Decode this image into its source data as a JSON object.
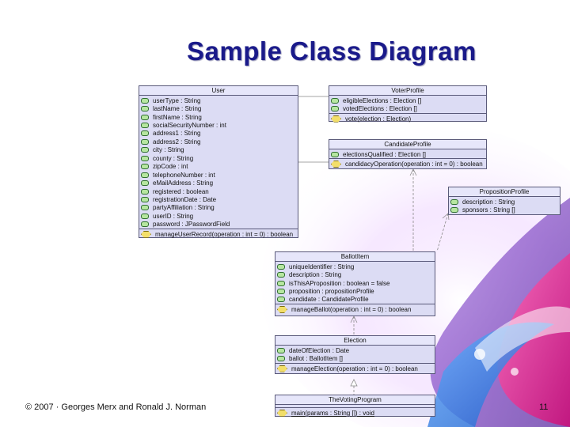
{
  "slide": {
    "title": "Sample Class Diagram",
    "footer": "© 2007 · Georges Merx and Ronald J. Norman",
    "page_number": "11"
  },
  "classes": {
    "user": {
      "name": "User",
      "attributes": [
        "userType : String",
        "lastName : String",
        "firstName : String",
        "socialSecurityNumber : int",
        "address1 : String",
        "address2 : String",
        "city : String",
        "county : String",
        "zipCode : int",
        "telephoneNumber : int",
        "eMailAddress : String",
        "registered : boolean",
        "registrationDate : Date",
        "partyAffiliation : String",
        "userID : String",
        "password : JPasswordField"
      ],
      "operations": [
        "manageUserRecord(operation : int = 0) : boolean"
      ]
    },
    "voter_profile": {
      "name": "VoterProfile",
      "attributes": [
        "eligibleElections : Election []",
        "votedElections : Election []"
      ],
      "operations": [
        "vote(election : Election)"
      ]
    },
    "candidate_profile": {
      "name": "CandidateProfile",
      "attributes": [
        "electionsQualified : Election []"
      ],
      "operations": [
        "candidacyOperation(operation : int = 0) : boolean"
      ]
    },
    "proposition_profile": {
      "name": "PropositionProfile",
      "attributes": [
        "description : String",
        "sponsors : String []"
      ],
      "operations": []
    },
    "ballot_item": {
      "name": "BallotItem",
      "attributes": [
        "uniqueIdentifier : String",
        "description : String",
        "isThisAProposition : boolean = false",
        "proposition : propositionProfile",
        "candidate : CandidateProfile"
      ],
      "operations": [
        "manageBallot(operation : int = 0) : boolean"
      ]
    },
    "election": {
      "name": "Election",
      "attributes": [
        "dateOfElection : Date",
        "ballot : BallotItem []"
      ],
      "operations": [
        "manageElection(operation : int = 0) : boolean"
      ]
    },
    "voting_program": {
      "name": "TheVotingProgram",
      "attributes": [],
      "operations": [
        "main(params : String []) : void"
      ]
    }
  },
  "colors": {
    "title": "#1a1a8a",
    "class_fill": "#dcdcf4",
    "attribute_icon": "#b6e6a0",
    "operation_icon": "#f2de6a",
    "decor_pink": "#e0288c",
    "decor_blue": "#2a7ad8",
    "decor_purple": "#7a3ab8"
  }
}
